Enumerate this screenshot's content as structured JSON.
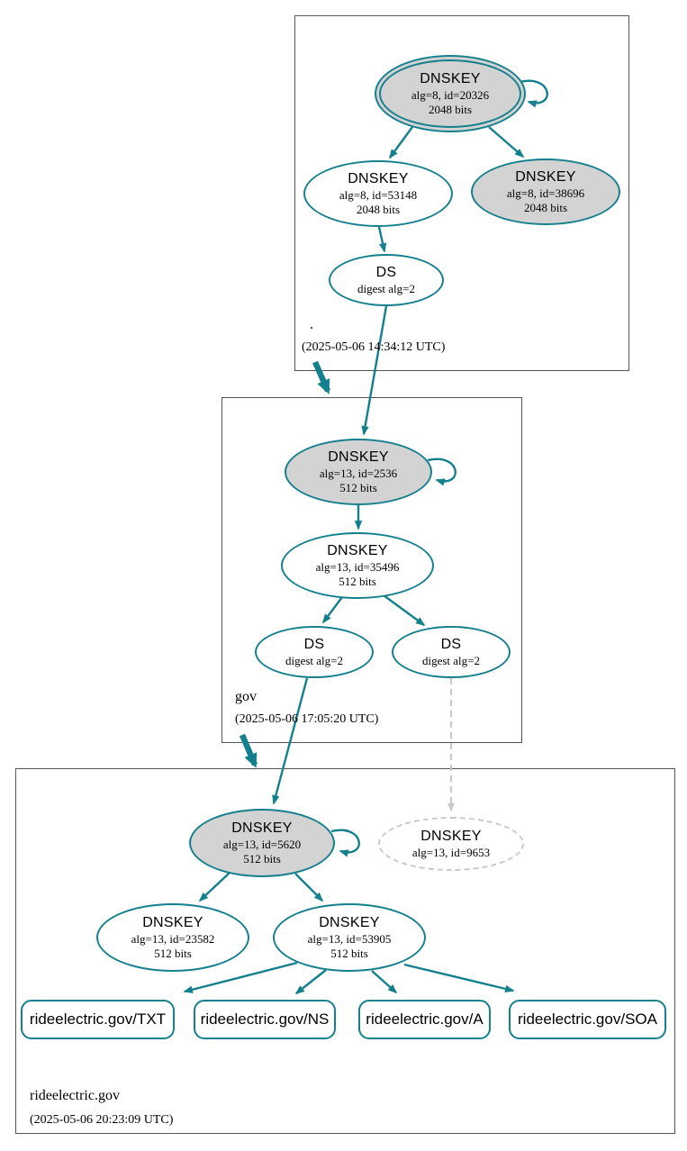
{
  "colors": {
    "edge_teal": "#15808d",
    "node_fill_gray": "#d3d3d3",
    "node_fill_white": "#ffffff",
    "insecure_dashed_gray": "#c9c9c9",
    "zone_box_border": "#545454",
    "text": "#000000"
  },
  "zones": {
    "root": {
      "name": ".",
      "timestamp": "(2025-05-06 14:34:12 UTC)"
    },
    "gov": {
      "name": "gov",
      "timestamp": "(2025-05-06 17:05:20 UTC)"
    },
    "rideelectric": {
      "name": "rideelectric.gov",
      "timestamp": "(2025-05-06 20:23:09 UTC)"
    }
  },
  "nodes": {
    "root_ksk": {
      "title": "DNSKEY",
      "detail": "alg=8, id=20326",
      "bits": "2048 bits"
    },
    "root_zsk": {
      "title": "DNSKEY",
      "detail": "alg=8, id=53148",
      "bits": "2048 bits"
    },
    "root_ksk2": {
      "title": "DNSKEY",
      "detail": "alg=8, id=38696",
      "bits": "2048 bits"
    },
    "root_ds": {
      "title": "DS",
      "detail": "digest alg=2"
    },
    "gov_ksk": {
      "title": "DNSKEY",
      "detail": "alg=13, id=2536",
      "bits": "512 bits"
    },
    "gov_zsk": {
      "title": "DNSKEY",
      "detail": "alg=13, id=35496",
      "bits": "512 bits"
    },
    "gov_ds_1": {
      "title": "DS",
      "detail": "digest alg=2"
    },
    "gov_ds_2": {
      "title": "DS",
      "detail": "digest alg=2"
    },
    "re_ksk": {
      "title": "DNSKEY",
      "detail": "alg=13, id=5620",
      "bits": "512 bits"
    },
    "re_key_missing": {
      "title": "DNSKEY",
      "detail": "alg=13, id=9653"
    },
    "re_zsk_a": {
      "title": "DNSKEY",
      "detail": "alg=13, id=23582",
      "bits": "512 bits"
    },
    "re_zsk_b": {
      "title": "DNSKEY",
      "detail": "alg=13, id=53905",
      "bits": "512 bits"
    }
  },
  "records": {
    "txt": {
      "label": "rideelectric.gov/TXT"
    },
    "ns": {
      "label": "rideelectric.gov/NS"
    },
    "a": {
      "label": "rideelectric.gov/A"
    },
    "soa": {
      "label": "rideelectric.gov/SOA"
    }
  }
}
